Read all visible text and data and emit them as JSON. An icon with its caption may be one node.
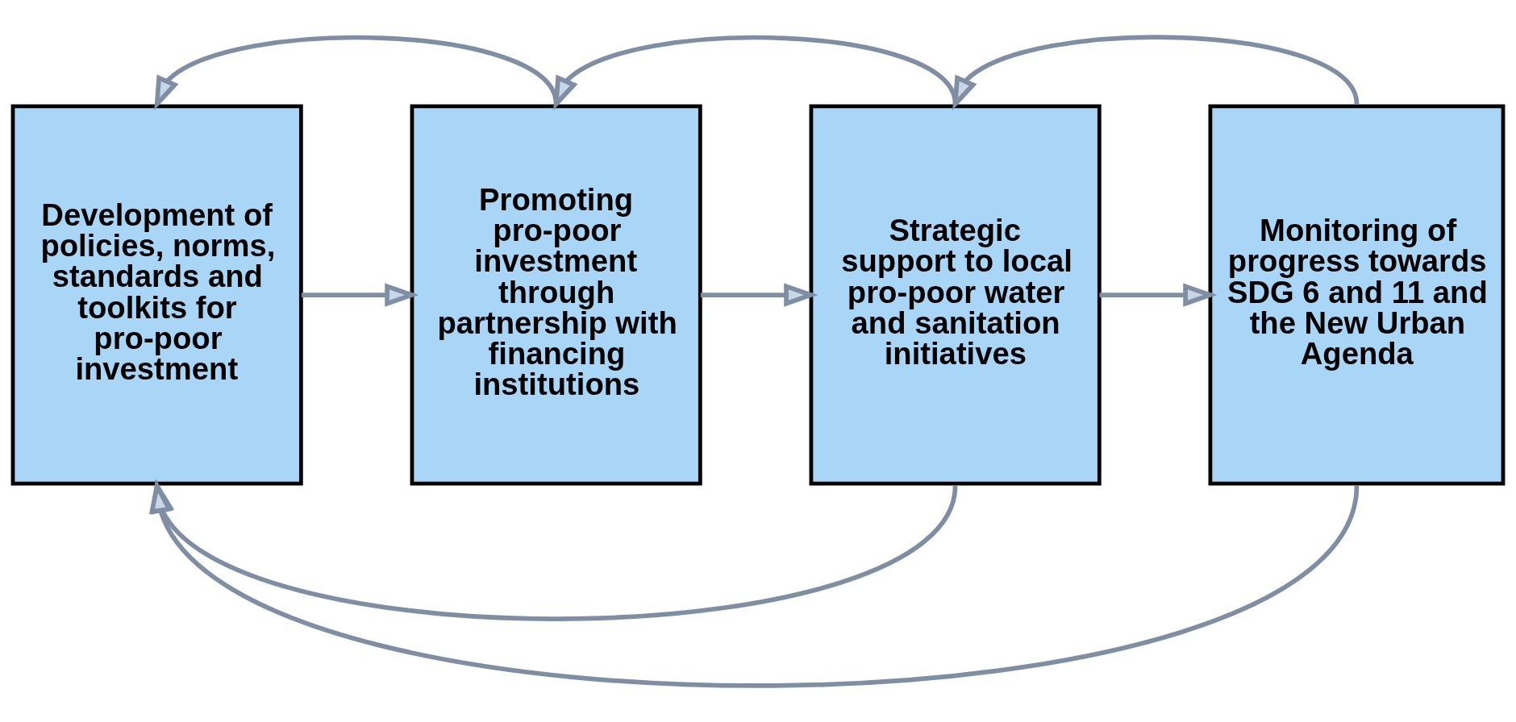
{
  "diagram": {
    "nodes": [
      {
        "text": [
          "Development of policies, norms, standards and toolkits for pro-poor investment"
        ]
      },
      {
        "text": [
          "Promoting pro-poor investment through partnership with financing institutions"
        ]
      },
      {
        "text": [
          "Strategic support to local pro-poor water and sanitation initiatives"
        ]
      },
      {
        "text": [
          "Monitoring of progress towards SDG 6 and 11 and the New Urban Agenda"
        ]
      }
    ],
    "edges": [
      {
        "from": 0,
        "to": 1,
        "arrow": "to"
      },
      {
        "from": 1,
        "to": 2,
        "arrow": "to"
      },
      {
        "from": 2,
        "to": 3,
        "arrow": "to"
      },
      {
        "from": 1,
        "to": 0,
        "arrow": "to"
      },
      {
        "from": 2,
        "to": 1,
        "arrow": "to"
      },
      {
        "from": 3,
        "to": 2,
        "arrow": "to"
      },
      {
        "from": 2,
        "to": 0,
        "arrow": "to"
      },
      {
        "from": 3,
        "to": 0,
        "arrow": "to"
      }
    ]
  }
}
